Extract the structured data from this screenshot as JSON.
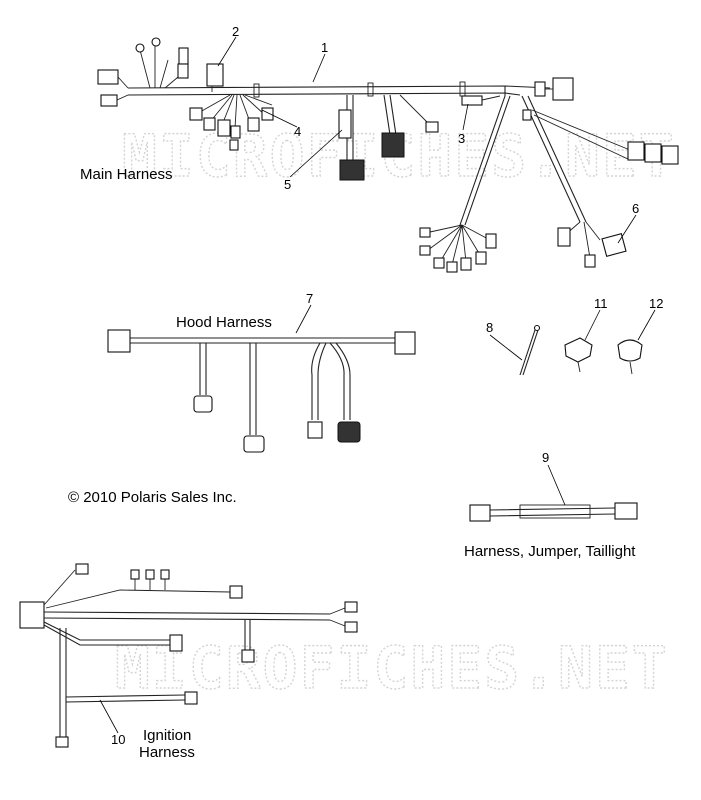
{
  "watermark": "MICROFICHES.NET",
  "copyright": "© 2010 Polaris Sales Inc.",
  "callouts": [
    "1",
    "2",
    "3",
    "4",
    "5",
    "6",
    "7",
    "8",
    "9",
    "10",
    "11",
    "12"
  ],
  "captions": {
    "main_harness": "Main Harness",
    "hood_harness": "Hood Harness",
    "jumper_line": "Harness, Jumper, Taillight",
    "ignition_line1": "Ignition",
    "ignition_line2": "Harness"
  }
}
